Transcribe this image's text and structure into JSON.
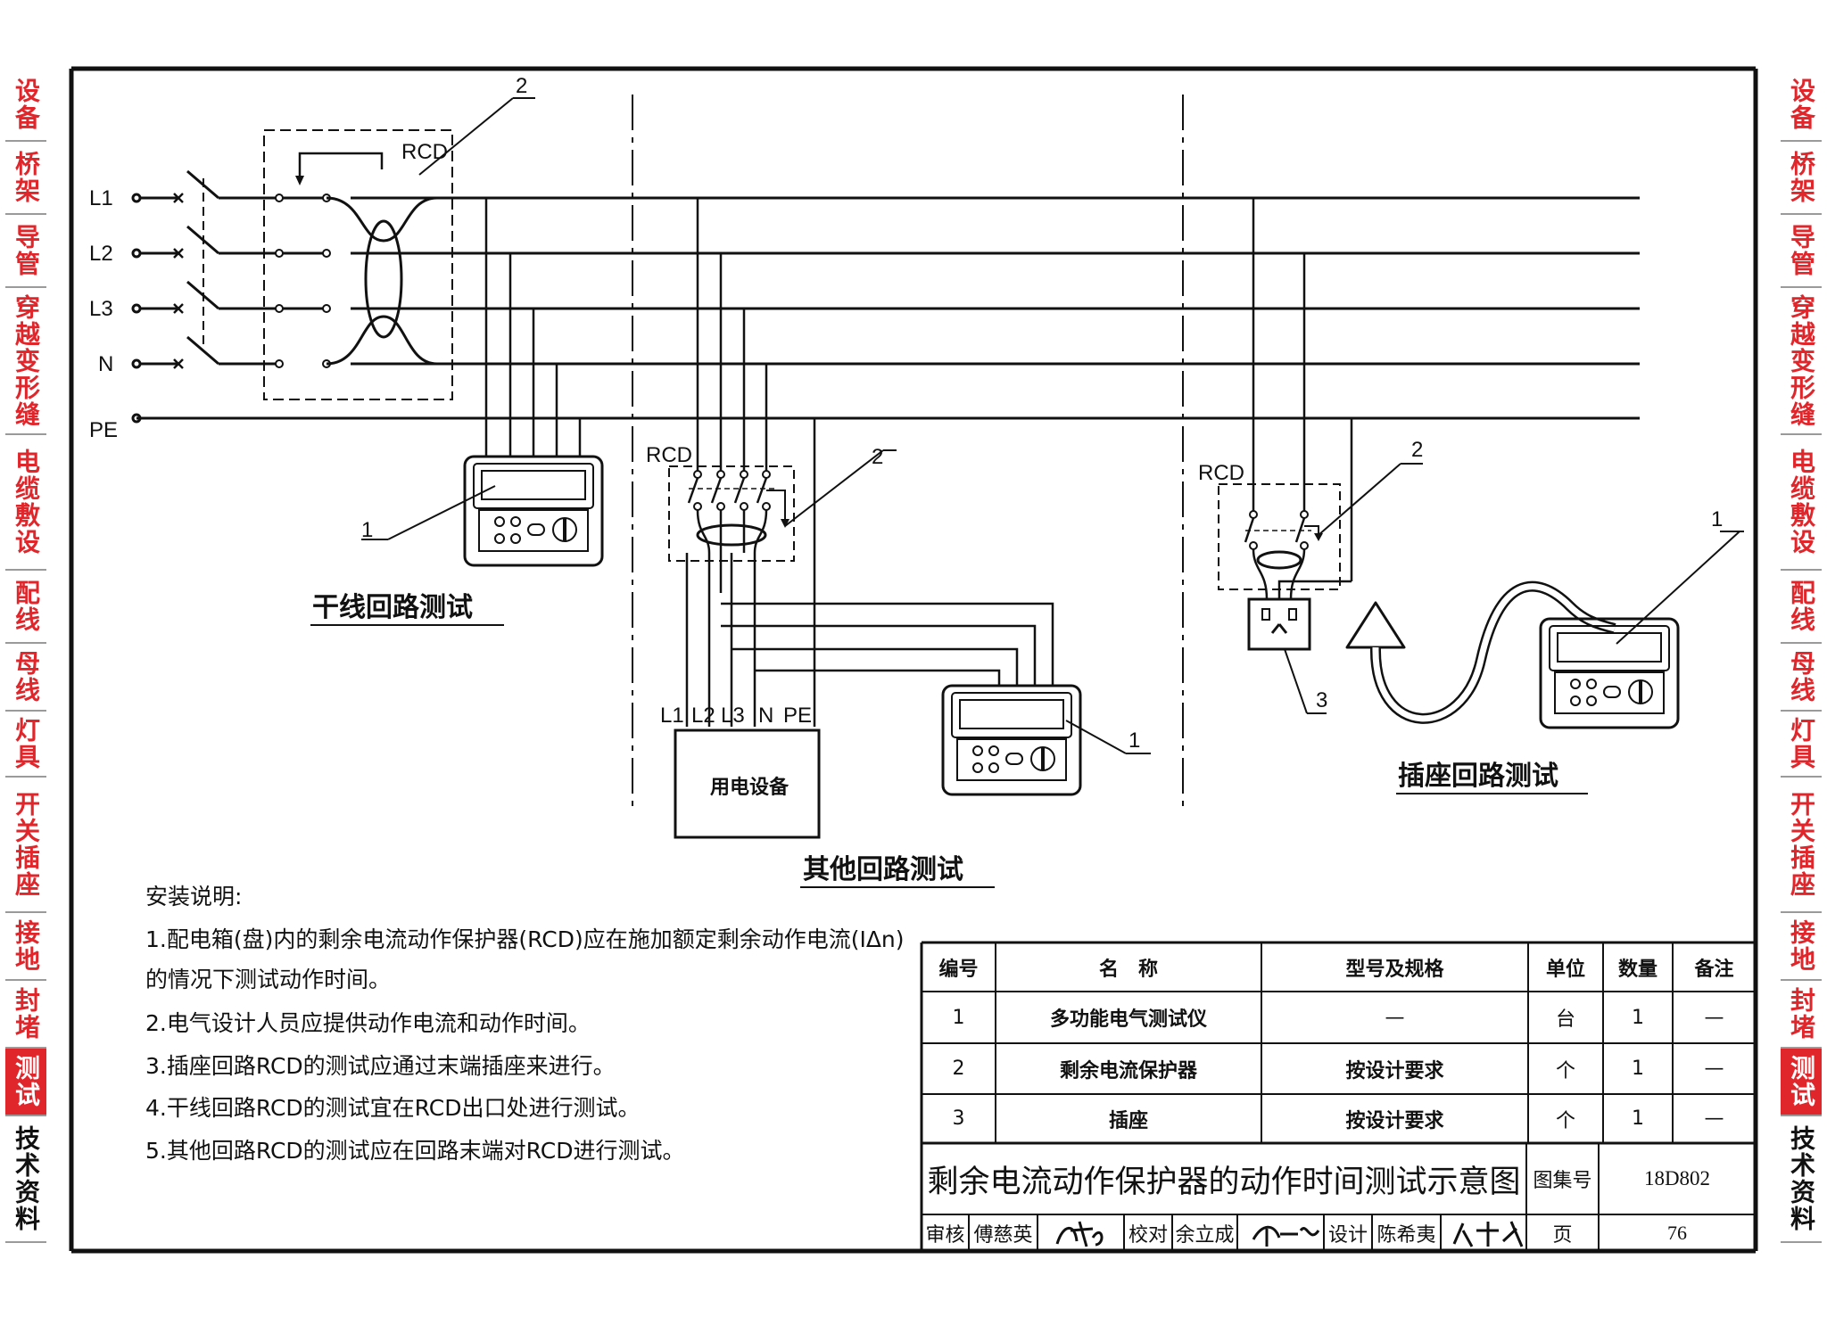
{
  "side_tabs_left": [
    {
      "label": "设备",
      "style": "normal"
    },
    {
      "label": "桥架",
      "style": "normal"
    },
    {
      "label": "导管",
      "style": "normal"
    },
    {
      "label": "穿越变形缝",
      "style": "normal"
    },
    {
      "label": "电缆敷设",
      "style": "normal"
    },
    {
      "label": "配线",
      "style": "normal"
    },
    {
      "label": "母线",
      "style": "normal"
    },
    {
      "label": "灯具",
      "style": "normal"
    },
    {
      "label": "开关插座",
      "style": "normal"
    },
    {
      "label": "接地",
      "style": "normal"
    },
    {
      "label": "封堵",
      "style": "normal"
    },
    {
      "label": "测试",
      "style": "active"
    },
    {
      "label": "技术资料",
      "style": "plain"
    }
  ],
  "diagram": {
    "line_labels": [
      "L1",
      "L2",
      "L3",
      "N",
      "PE"
    ],
    "rcd_label": "RCD",
    "callouts": {
      "tester": "1",
      "rcd": "2",
      "socket": "3"
    },
    "device_terminals": [
      "L1",
      "L2",
      "L3",
      "N",
      "PE"
    ],
    "device_label": "用电设备",
    "captions": {
      "trunk": "干线回路测试",
      "other": "其他回路测试",
      "socket": "插座回路测试"
    }
  },
  "notes": {
    "heading": "安装说明:",
    "items": [
      "1.配电箱(盘)内的剩余电流动作保护器(RCD)应在施加额定剩余动作电流(IΔn)",
      "的情况下测试动作时间。",
      "2.电气设计人员应提供动作电流和动作时间。",
      "3.插座回路RCD的测试应通过末端插座来进行。",
      "4.干线回路RCD的测试宜在RCD出口处进行测试。",
      "5.其他回路RCD的测试应在回路末端对RCD进行测试。"
    ]
  },
  "table": {
    "headers": [
      "编号",
      "名　称",
      "型号及规格",
      "单位",
      "数量",
      "备注"
    ],
    "rows": [
      [
        "1",
        "多功能电气测试仪",
        "—",
        "台",
        "1",
        "—"
      ],
      [
        "2",
        "剩余电流保护器",
        "按设计要求",
        "个",
        "1",
        "—"
      ],
      [
        "3",
        "插座",
        "按设计要求",
        "个",
        "1",
        "—"
      ]
    ]
  },
  "title_block": {
    "title": "剩余电流动作保护器的动作时间测试示意图",
    "atlas_label": "图集号",
    "atlas_no": "18D802",
    "review_label": "审核",
    "review_name": "傅慈英",
    "check_label": "校对",
    "check_name": "余立成",
    "design_label": "设计",
    "design_name": "陈希夷",
    "page_label": "页",
    "page_no": "76"
  }
}
